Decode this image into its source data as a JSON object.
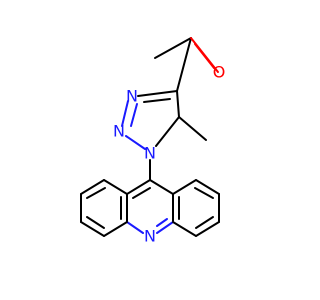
{
  "molecule": {
    "atoms": [
      {
        "id": "o1",
        "label": "O",
        "element": "O",
        "color": "#ff0000"
      },
      {
        "id": "n_triazole_3",
        "label": "N",
        "element": "N",
        "color": "#1a1aff"
      },
      {
        "id": "n_triazole_2",
        "label": "N",
        "element": "N",
        "color": "#1a1aff"
      },
      {
        "id": "n_triazole_1",
        "label": "N",
        "element": "N",
        "color": "#1a1aff"
      },
      {
        "id": "n_acridine",
        "label": "N",
        "element": "N",
        "color": "#1a1aff"
      }
    ],
    "colors": {
      "carbon_bond": "#000000",
      "nitrogen": "#1a1aff",
      "oxygen": "#ff0000",
      "background": "#ffffff"
    }
  }
}
